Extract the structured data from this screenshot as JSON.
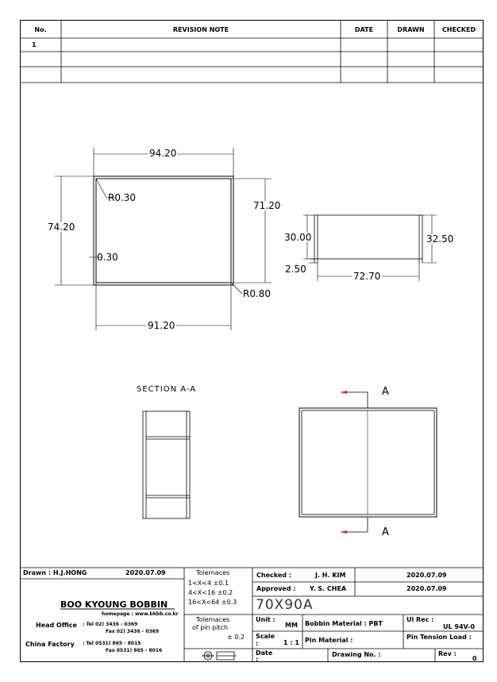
{
  "revision": {
    "headers": {
      "no": "No.",
      "note": "REVISION NOTE",
      "date": "DATE",
      "drawn": "DRAWN",
      "checked": "CHECKED"
    },
    "rows": [
      {
        "no": "1",
        "note": "",
        "date": "",
        "drawn": "",
        "checked": ""
      }
    ]
  },
  "dimensions": {
    "top_width": "94.20",
    "bottom_width": "91.20",
    "left_height": "74.20",
    "right_height": "71.20",
    "corner_radius_inner": "R0.30",
    "corner_radius_outer": "R0.80",
    "wall": "0.30",
    "side_height": "30.00",
    "side_height_total": "32.50",
    "side_foot": "2.50",
    "side_length": "72.70"
  },
  "section": {
    "title": "SECTION A-A",
    "marker_top": "A",
    "marker_bottom": "A"
  },
  "title_block": {
    "drawn_label": "Drawn : H.J.HONG",
    "drawn_date": "2020.07.09",
    "company": "BOO KYOUNG BOBBIN",
    "homepage": "homepage : www.bkbb.co.kr",
    "head_office_label": "Head Office",
    "head_office_tel": ": Tel 02) 3436 - 0369",
    "head_office_fax": "Fax 02) 3436 - 0369",
    "china_label": "China Factory",
    "china_tel": ": Tel 0531) 865 - 8015",
    "china_fax": "Fax 0531) 865 - 8016",
    "tolerances_title": "Tolernaces",
    "tol_1": "1<X<4   ±0.1",
    "tol_2": "4<X<16  ±0.2",
    "tol_3": "16<X<64 ±0.3",
    "pin_tol_1": "Tolernaces",
    "pin_tol_2": "of pin pitch",
    "pin_tol_3": "± 0.2",
    "checked_label": "Checked :",
    "checked_name": "J. H. KIM",
    "checked_date": "2020.07.09",
    "approved_label": "Approved :",
    "approved_name": "Y. S. CHEA",
    "approved_date": "2020.07.09",
    "part_name": "70X90A",
    "unit_label": "Unit :",
    "unit_value": "MM",
    "bobbin_material": "Bobbin Material : PBT",
    "ul_label": "Ul Rec :",
    "ul_value": "UL 94V-0",
    "scale_label": "Scale",
    "scale_colon": ":",
    "scale_value": "1 : 1",
    "pin_material": "Pin Material :",
    "pin_tension": "Pin Tension Load :",
    "date_label": "Date",
    "date_colon": ":",
    "drawing_no": "Drawing No. :",
    "rev_label": "Rev :",
    "rev_value": "0"
  }
}
